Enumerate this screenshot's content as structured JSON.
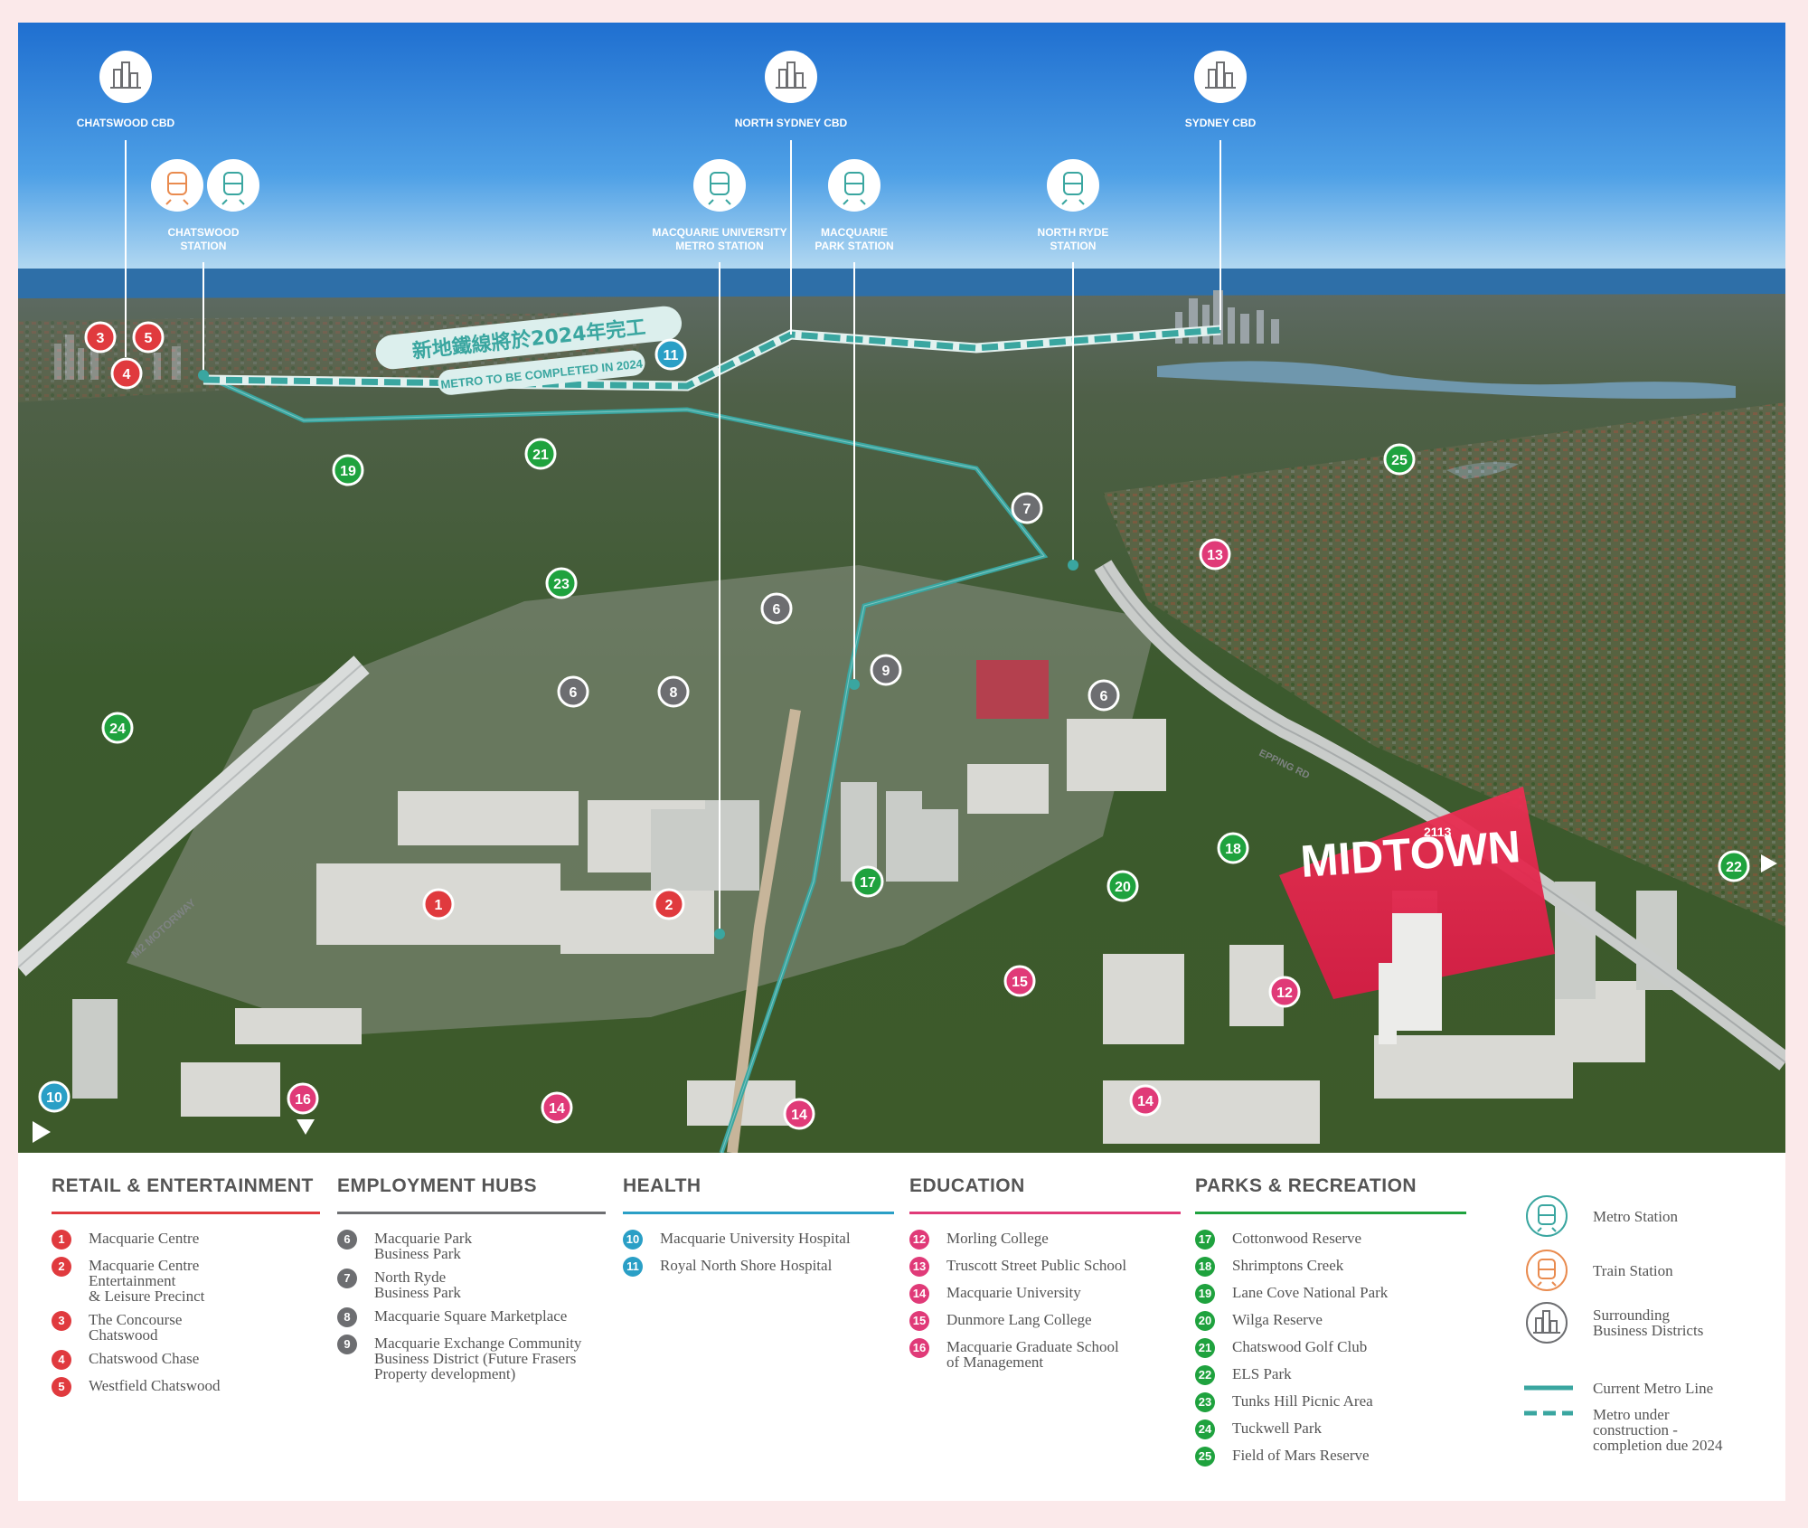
{
  "colors": {
    "retail": "#e03a3e",
    "employment": "#6d6e71",
    "health": "#2a9fc6",
    "education": "#e03a78",
    "parks": "#1fa23e",
    "metro": "#3aa6a0",
    "train": "#e98b4f",
    "midtown": "#e8304e"
  },
  "map": {
    "cbd_labels": [
      "CHATSWOOD CBD",
      "NORTH SYDNEY CBD",
      "SYDNEY CBD"
    ],
    "station_labels": [
      "CHATSWOOD STATION",
      "MACQUARIE UNIVERSITY METRO STATION",
      "MACQUARIE PARK STATION",
      "NORTH RYDE STATION"
    ],
    "banner_chinese": "新地鐵線將於2024年完工",
    "banner_english": "METRO TO BE COMPLETED IN 2024",
    "road_m2": "M2 MOTORWAY",
    "road_epping": "EPPING RD",
    "midtown": "MIDTOWN",
    "midtown_small": "2113",
    "icon_names": [
      "city-icon",
      "train-icon",
      "metro-icon"
    ]
  },
  "legend": {
    "retail": {
      "title": "RETAIL & ENTERTAINMENT",
      "items": [
        {
          "num": "1",
          "label": "Macquarie Centre"
        },
        {
          "num": "2",
          "label": "Macquarie Centre\nEntertainment\n& Leisure Precinct"
        },
        {
          "num": "3",
          "label": "The Concourse\nChatswood"
        },
        {
          "num": "4",
          "label": "Chatswood Chase"
        },
        {
          "num": "5",
          "label": "Westfield Chatswood"
        }
      ]
    },
    "employment": {
      "title": "EMPLOYMENT HUBS",
      "items": [
        {
          "num": "6",
          "label": "Macquarie Park\nBusiness Park"
        },
        {
          "num": "7",
          "label": "North Ryde\nBusiness Park"
        },
        {
          "num": "8",
          "label": "Macquarie Square Marketplace"
        },
        {
          "num": "9",
          "label": "Macquarie Exchange Community\nBusiness District (Future Frasers\nProperty development)"
        }
      ]
    },
    "health": {
      "title": "HEALTH",
      "items": [
        {
          "num": "10",
          "label": "Macquarie University Hospital"
        },
        {
          "num": "11",
          "label": "Royal North Shore Hospital"
        }
      ]
    },
    "education": {
      "title": "EDUCATION",
      "items": [
        {
          "num": "12",
          "label": "Morling College"
        },
        {
          "num": "13",
          "label": "Truscott Street Public School"
        },
        {
          "num": "14",
          "label": "Macquarie University"
        },
        {
          "num": "15",
          "label": "Dunmore Lang College"
        },
        {
          "num": "16",
          "label": "Macquarie Graduate School\nof Management"
        }
      ]
    },
    "parks": {
      "title": "PARKS & RECREATION",
      "items": [
        {
          "num": "17",
          "label": "Cottonwood Reserve"
        },
        {
          "num": "18",
          "label": "Shrimptons Creek"
        },
        {
          "num": "19",
          "label": "Lane Cove National Park"
        },
        {
          "num": "20",
          "label": "Wilga Reserve"
        },
        {
          "num": "21",
          "label": "Chatswood Golf Club"
        },
        {
          "num": "22",
          "label": "ELS Park"
        },
        {
          "num": "23",
          "label": "Tunks Hill Picnic Area"
        },
        {
          "num": "24",
          "label": "Tuckwell Park"
        },
        {
          "num": "25",
          "label": "Field of Mars Reserve"
        }
      ]
    },
    "key": {
      "metro_station": "Metro Station",
      "train_station": "Train Station",
      "business_districts": "Surrounding\nBusiness Districts",
      "current_metro": "Current Metro Line",
      "metro_construction": "Metro under\nconstruction -\ncompletion due 2024"
    }
  }
}
